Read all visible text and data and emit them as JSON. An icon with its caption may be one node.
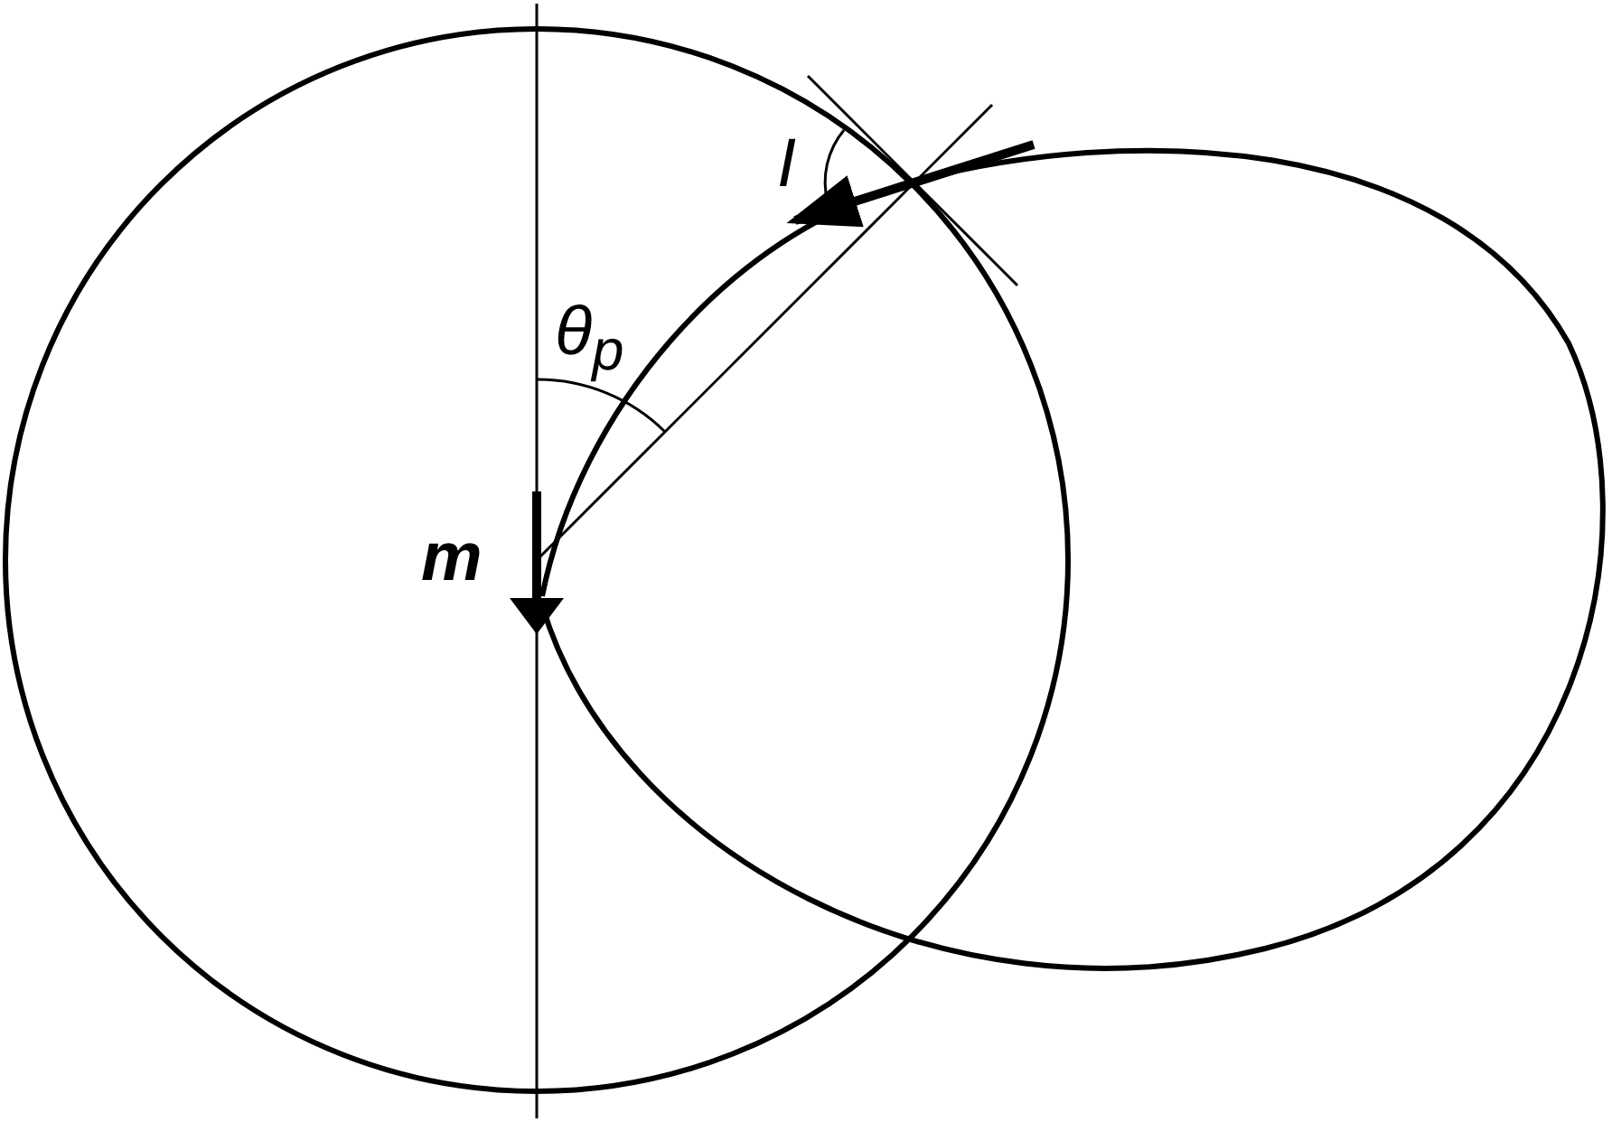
{
  "diagram": {
    "labels": [
      "I",
      "θ$_{p}$",
      "m"
    ]
  }
}
